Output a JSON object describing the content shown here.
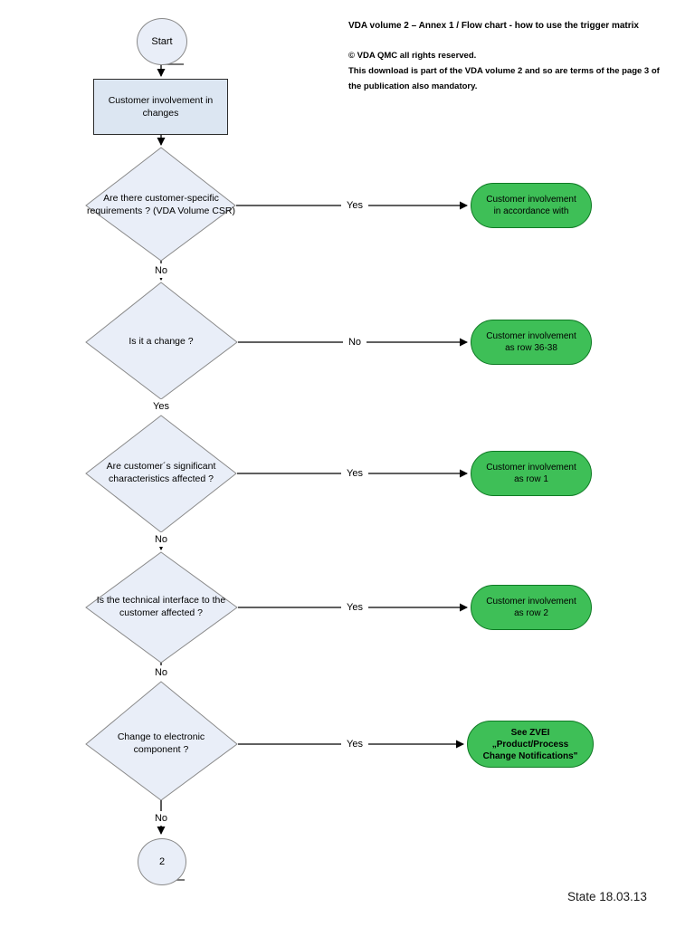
{
  "header": {
    "title": "VDA volume 2 – Annex 1 / Flow chart - how to use the trigger matrix",
    "copyright_line1": "© VDA QMC all rights reserved.",
    "copyright_line2": "This download is part of the VDA volume 2 and so are terms of the page 3 of",
    "copyright_line3": "the publication also mandatory."
  },
  "footer": {
    "state": "State 18.03.13"
  },
  "colors": {
    "diamond_fill": "#e9eef8",
    "diamond_border": "#8a8a8a",
    "process_fill": "#dce6f2",
    "terminal_fill": "#3ebf57",
    "terminal_border": "#0f7a24",
    "connector": "#000000"
  },
  "flowchart": {
    "start_label": "Start",
    "end_label": "2",
    "process": "Customer involvement in changes",
    "decisions": [
      {
        "question": "Are there customer-specific requirements ? (VDA Volume CSR)",
        "branch_label": "Yes",
        "down_label": "No",
        "result": "Customer involvement in accordance with"
      },
      {
        "question": "Is it a change ?",
        "branch_label": "No",
        "down_label": "Yes",
        "result": "Customer involvement as row 36-38"
      },
      {
        "question": "Are customer´s significant characteristics affected ?",
        "branch_label": "Yes",
        "down_label": "No",
        "result": "Customer involvement as row 1"
      },
      {
        "question": "Is the technical interface to the customer affected ?",
        "branch_label": "Yes",
        "down_label": "No",
        "result": "Customer involvement as row 2"
      },
      {
        "question": "Change to electronic component ?",
        "branch_label": "Yes",
        "down_label": "No",
        "result": "See ZVEI „Product/Process Change Notifications\""
      }
    ]
  }
}
